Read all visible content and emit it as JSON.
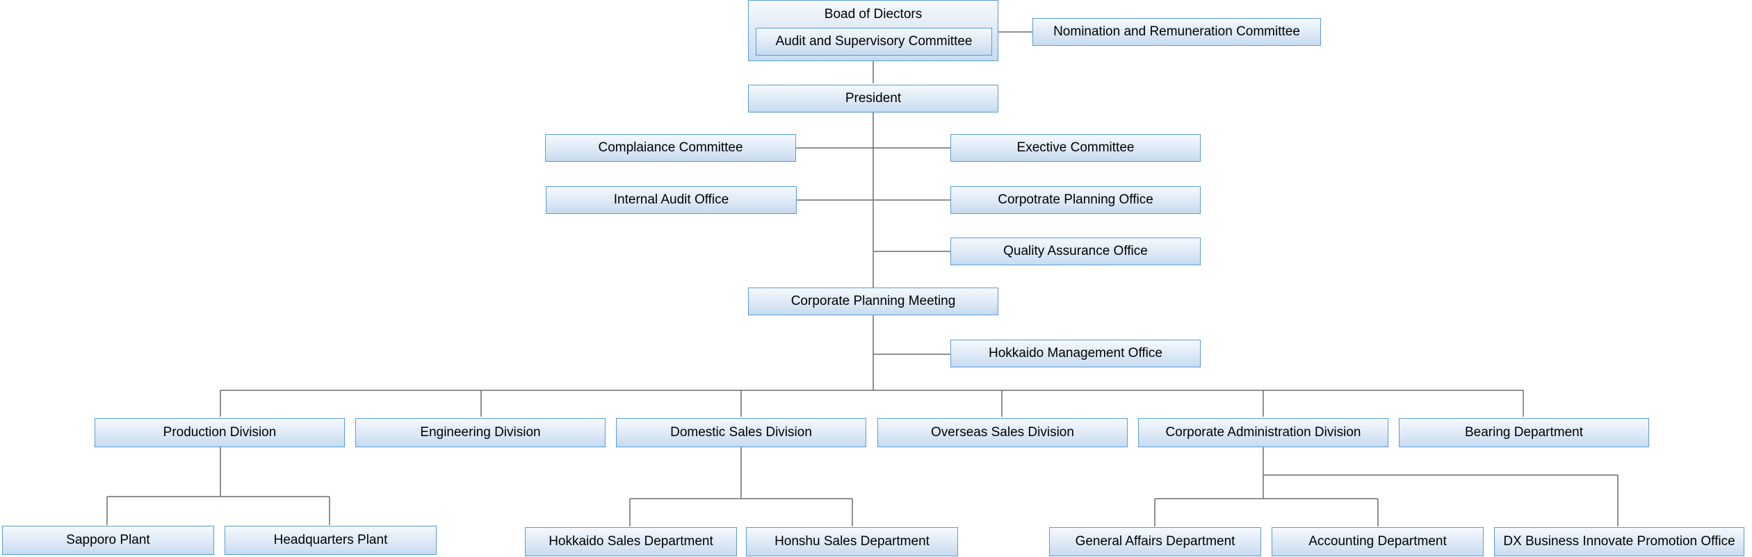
{
  "board": {
    "title": "Boad of Diectors",
    "audit": "Audit and Supervisory Committee"
  },
  "nomination": "Nomination and Remuneration Committee",
  "president": "President",
  "compliance": "Complaiance Committee",
  "executive": "Exective Committee",
  "internal_audit": "Internal Audit Office",
  "corporate_planning_office": "Corpotrate Planning Office",
  "quality_assurance": "Quality Assurance Office",
  "corporate_planning_meeting": "Corporate Planning Meeting",
  "hokkaido_management": "Hokkaido Management Office",
  "divisions": {
    "production": "Production Division",
    "engineering": "Engineering Division",
    "domestic_sales": "Domestic Sales Division",
    "overseas_sales": "Overseas Sales Division",
    "corporate_admin": "Corporate Administration Division",
    "bearing": "Bearing Department"
  },
  "departments": {
    "sapporo": "Sapporo Plant",
    "headquarters": "Headquarters Plant",
    "hokkaido_sales": "Hokkaido Sales Department",
    "honshu_sales": "Honshu Sales Department",
    "general_affairs": "General Affairs Department",
    "accounting": "Accounting Department",
    "dx_promotion": "DX Business Innovate Promotion Office"
  }
}
